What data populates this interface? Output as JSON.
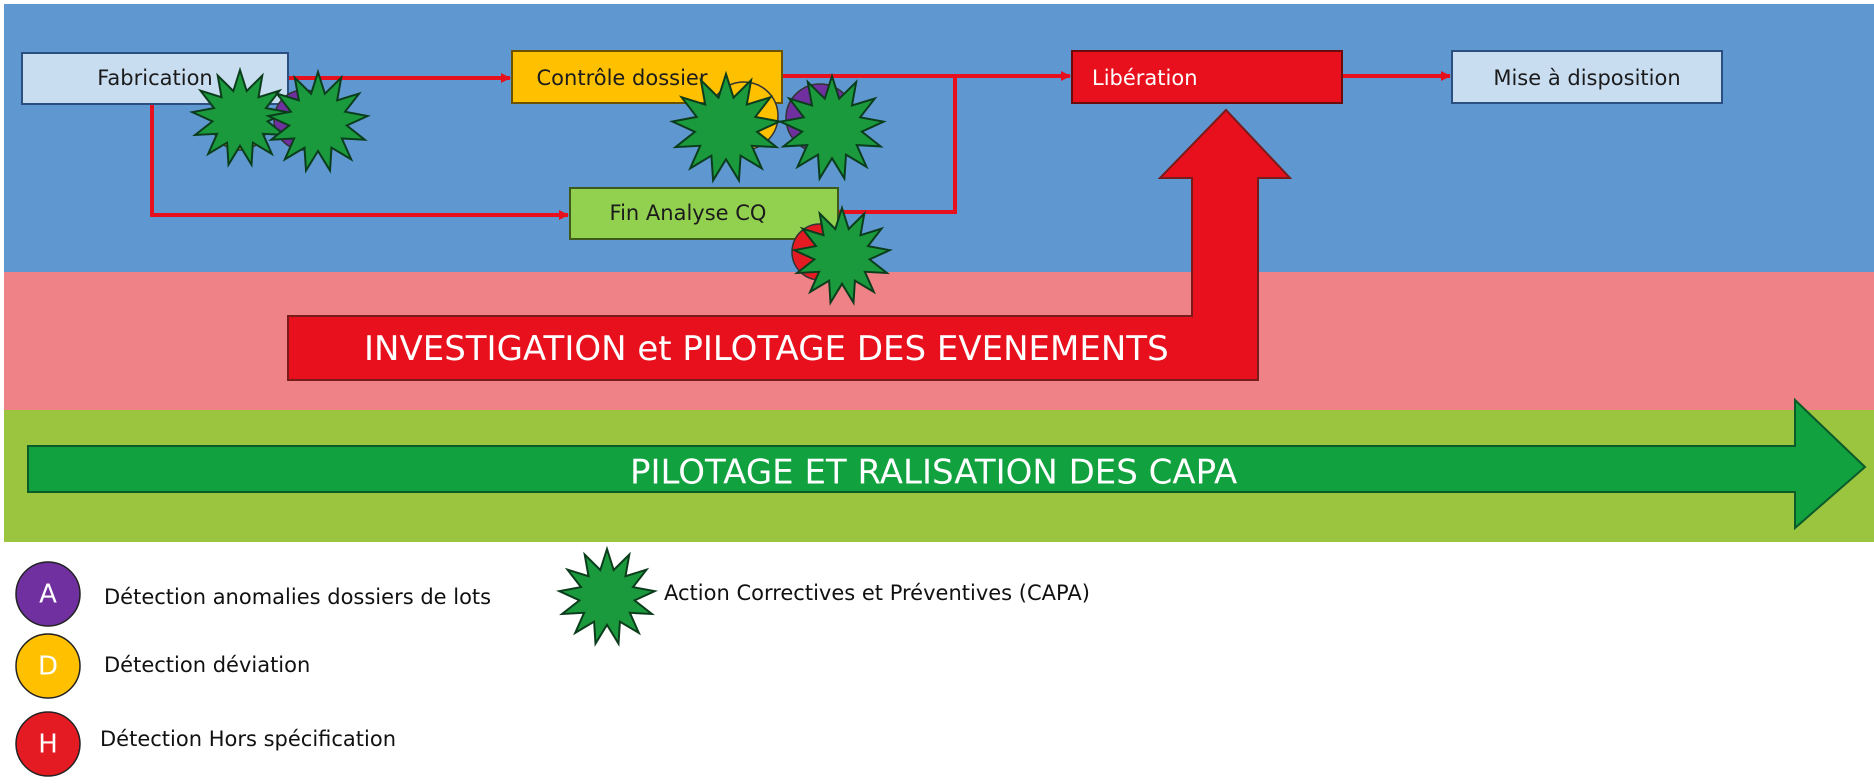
{
  "colors": {
    "process_blue": "#5f98d1",
    "investigation_pink": "#ee8286",
    "capa_green_band": "#9bc43f",
    "flow_red": "#e8101c",
    "capa_arrow_green": "#12a13f",
    "capa_star_green": "#1a9a3c",
    "anomaly_purple": "#7030a0",
    "deviation_yellow": "#ffc000",
    "oos_red": "#e51b23"
  },
  "process": {
    "fabrication": "Fabrication",
    "controle_dossier": "Contrôle dossier",
    "fin_analyse_cq": "Fin Analyse CQ",
    "liberation": "Libération",
    "mise_a_disposition": "Mise à disposition"
  },
  "investigation": {
    "label": "INVESTIGATION et PILOTAGE DES EVENEMENTS"
  },
  "capa": {
    "label": "PILOTAGE ET RALISATION DES CAPA"
  },
  "legend": {
    "anomalies": {
      "letter": "A",
      "text": "Détection anomalies dossiers de lots"
    },
    "deviation": {
      "letter": "D",
      "text": "Détection déviation"
    },
    "hors_spec": {
      "letter": "H",
      "text": "Détection Hors spécification"
    },
    "capa_action": {
      "text": "Action Correctives et Préventives (CAPA)"
    }
  }
}
